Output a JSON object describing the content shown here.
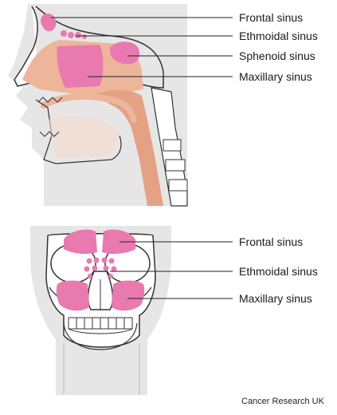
{
  "side_view": {
    "labels": {
      "frontal": "Frontal sinus",
      "ethmoidal": "Ethmoidal sinus",
      "sphenoid": "Sphenoid sinus",
      "maxillary": "Maxillary sinus"
    }
  },
  "front_view": {
    "labels": {
      "frontal": "Frontal sinus",
      "ethmoidal": "Ethmoidal sinus",
      "maxillary": "Maxillary sinus"
    }
  },
  "credit": "Cancer Research UK",
  "colors": {
    "sinus": "#e87ab0",
    "tissue": "#edb59a",
    "tissue_dark": "#e4a184",
    "bone": "#ffffff",
    "outline": "#333333",
    "skin": "#e6e6e6",
    "leader_line": "#222222"
  }
}
